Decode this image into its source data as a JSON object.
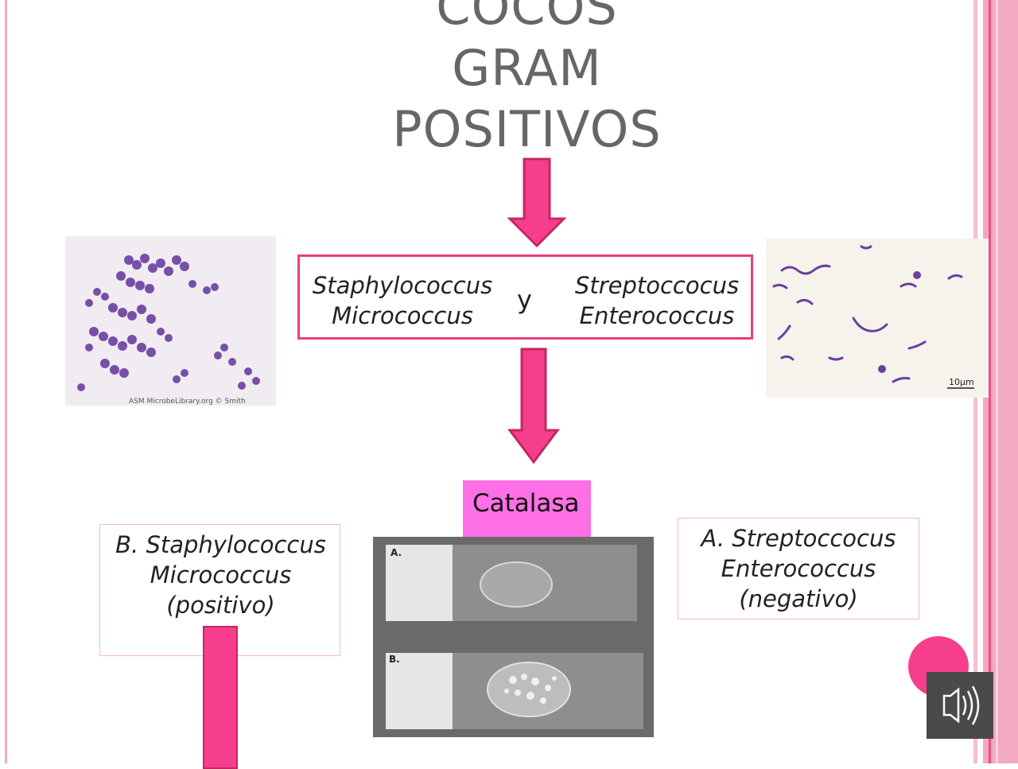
{
  "title": {
    "line1": "COCOS",
    "line2": "GRAM",
    "line3": "POSITIVOS"
  },
  "main_box": {
    "left_text": "Staphylococcus Micrococcus",
    "connector": "y",
    "right_text": "Streptoccocus Enterococcus"
  },
  "catalasa": {
    "label": "Catalasa"
  },
  "result_positive": {
    "text": "B. Staphylococcus Micrococcus (positivo)"
  },
  "result_negative": {
    "text": "A. Streptoccocus Enterococcus (negativo)"
  },
  "images": {
    "staph_credit": "ASM MicrobeLibrary.org © Smith",
    "strep_scale": "10μm",
    "slide_a_label": "A.",
    "slide_b_label": "B."
  },
  "colors": {
    "accent": "#f73e8c",
    "box_border": "#e83e7c",
    "catalasa_bg": "#ff6fe6",
    "title_text": "#666666"
  },
  "icons": {
    "audio": "speaker-icon"
  }
}
